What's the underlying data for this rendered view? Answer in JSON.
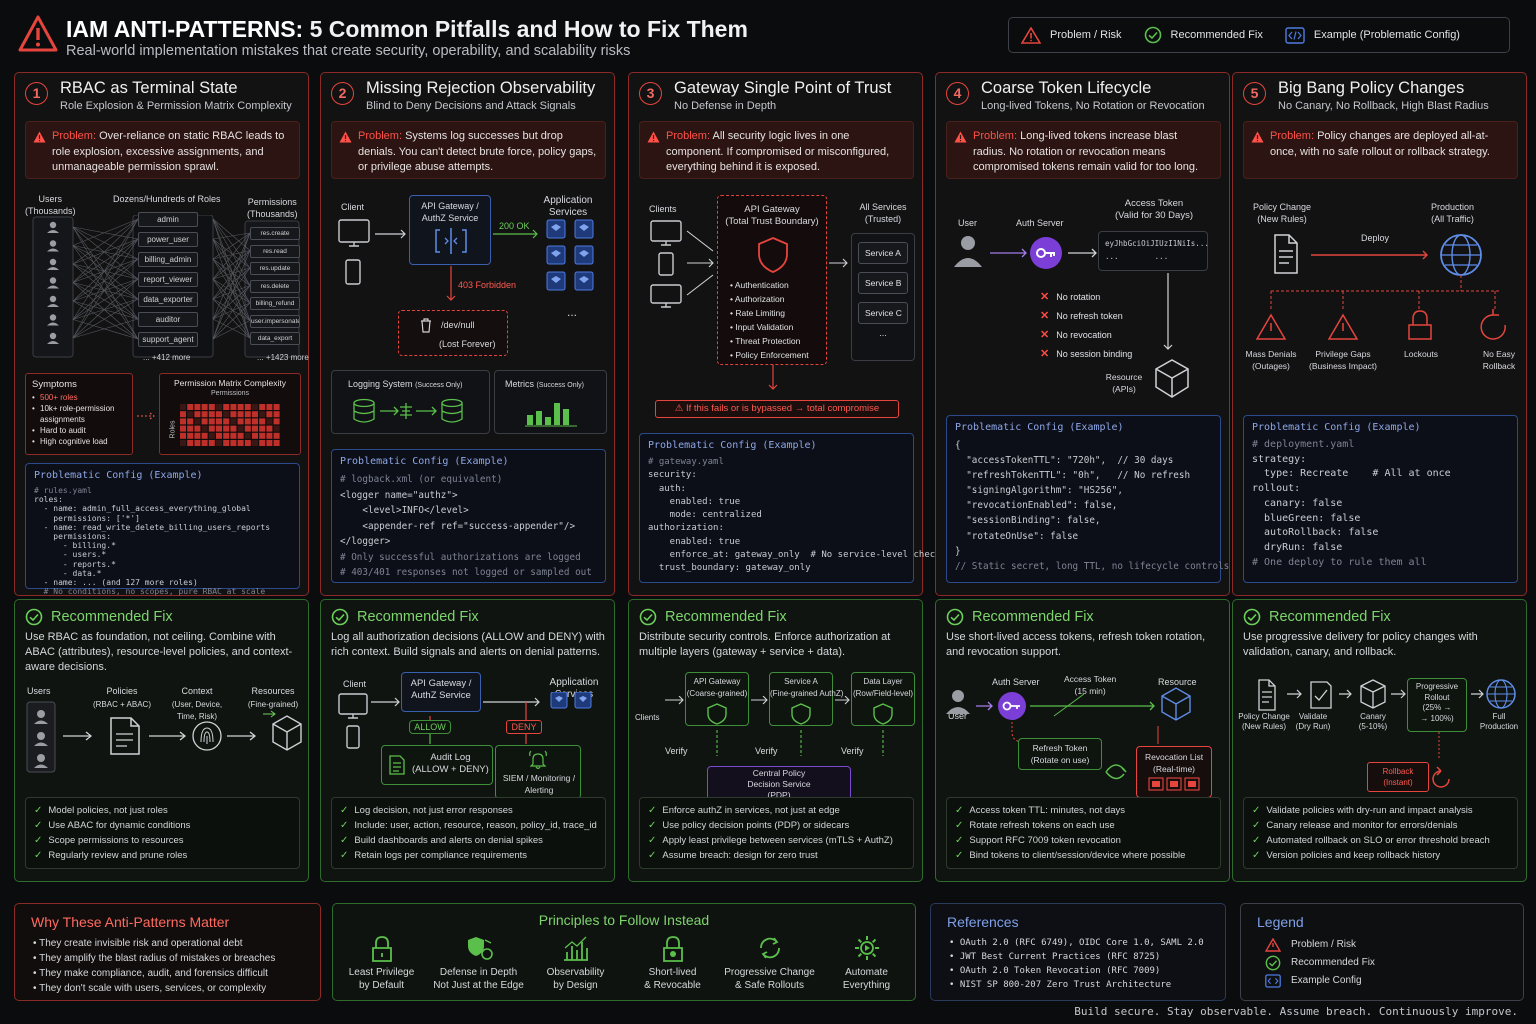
{
  "header": {
    "title_bold": "IAM ANTI-PATTERNS:",
    "title_rest": " 5 Common Pitfalls and How to Fix Them",
    "subtitle": "Real-world implementation mistakes that create security, operability, and scalability risks"
  },
  "legend_top": {
    "problem": "Problem / Risk",
    "fix": "Recommended Fix",
    "example": "Example (Problematic Config)"
  },
  "cols": [
    {
      "num": "1",
      "title": "RBAC as Terminal State",
      "subtitle": "Role Explosion & Permission Matrix Complexity",
      "problem_label": "Problem:",
      "problem": " Over-reliance on static RBAC leads to role explosion, excessive assignments, and unmanageable permission sprawl.",
      "users_label": "Users\n(Thousands)",
      "roles_label": "Dozens/Hundreds of Roles",
      "perms_label": "Permissions\n(Thousands)",
      "roles": [
        "admin",
        "power_user",
        "billing_admin",
        "report_viewer",
        "data_exporter",
        "auditor",
        "support_agent"
      ],
      "roles_more": "... +412 more",
      "perms": [
        "res.create",
        "res.read",
        "res.update",
        "res.delete",
        "billing_refund",
        "user.impersonate",
        "data_export"
      ],
      "perms_more": "... +1423 more",
      "symptoms_title": "Symptoms",
      "symptoms": [
        "500+ roles",
        "10k+ role-permission assignments",
        "Hard to audit",
        "High cognitive load"
      ],
      "matrix_title": "Permission Matrix Complexity",
      "matrix_x": "Permissions",
      "matrix_y": "Roles",
      "config_title": "Problematic Config (Example)",
      "config": [
        "# rules.yaml",
        "roles:",
        "  - name: admin_full_access_everything_global",
        "    permissions: ['*']",
        "  - name: read_write_delete_billing_users_reports",
        "    permissions:",
        "      - billing.*",
        "      - users.*",
        "      - reports.*",
        "      - data.*",
        "  - name: ... (and 127 more roles)",
        "  # No conditions, no scopes, pure RBAC at scale"
      ],
      "fix_title": "Recommended Fix",
      "fix_desc": "Use RBAC as foundation, not ceiling. Combine with ABAC (attributes), resource-level policies, and context-aware decisions.",
      "fix_diag": {
        "users": "Users",
        "policies": "Policies",
        "policies_sub": "(RBAC + ABAC)",
        "context": "Context",
        "context_sub": "(User, Device,\nTime, Risk)",
        "resources": "Resources",
        "resources_sub": "(Fine-grained)"
      },
      "fix_list": [
        "Model policies, not just roles",
        "Use ABAC for dynamic conditions",
        "Scope permissions to resources",
        "Regularly review and prune roles"
      ]
    },
    {
      "num": "2",
      "title": "Missing Rejection Observability",
      "subtitle": "Blind to Deny Decisions and Attack Signals",
      "problem_label": "Problem:",
      "problem": " Systems log successes but drop denials. You can't detect brute force, policy gaps, or privilege abuse attempts.",
      "client": "Client",
      "gateway": "API Gateway /\nAuthZ Service",
      "ok": "200 OK",
      "apps": "Application\nServices",
      "forbidden": "403 Forbidden",
      "devnull": "/dev/null",
      "lost": "(Lost Forever)",
      "logging": "Logging System",
      "logging_sub": "(Success Only)",
      "metrics": "Metrics",
      "metrics_sub": "(Success Only)",
      "config_title": "Problematic Config (Example)",
      "config": [
        "# logback.xml (or equivalent)",
        "<logger name=\"authz\">",
        "    <level>INFO</level>",
        "    <appender-ref ref=\"success-appender\"/>",
        "</logger>",
        "# Only successful authorizations are logged",
        "# 403/401 responses not logged or sampled out"
      ],
      "fix_title": "Recommended Fix",
      "fix_desc": "Log all authorization decisions (ALLOW and DENY) with rich context. Build signals and alerts on denial patterns.",
      "fix_diag": {
        "client": "Client",
        "gateway": "API Gateway /\nAuthZ Service",
        "apps": "Application\nServices",
        "allow": "ALLOW",
        "deny": "DENY",
        "audit": "Audit Log\n(ALLOW + DENY)",
        "siem": "SIEM / Monitoring /\nAlerting"
      },
      "fix_list": [
        "Log decision, not just error responses",
        "Include: user, action, resource, reason, policy_id, trace_id",
        "Build dashboards and alerts on denial spikes",
        "Retain logs per compliance requirements"
      ]
    },
    {
      "num": "3",
      "title": "Gateway Single Point of Trust",
      "subtitle": "No Defense in Depth",
      "problem_label": "Problem:",
      "problem": " All security logic lives in one component. If compromised or misconfigured, everything behind it is exposed.",
      "clients": "Clients",
      "gw": "API Gateway\n(Total Trust Boundary)",
      "gw_items": [
        "Authentication",
        "Authorization",
        "Rate Limiting",
        "Input Validation",
        "Threat Protection",
        "Policy Enforcement"
      ],
      "all_services": "All Services\n(Trusted)",
      "services": [
        "Service A",
        "Service B",
        "Service C",
        "..."
      ],
      "fail": "If this fails or is bypassed → total compromise",
      "config_title": "Problematic Config (Example)",
      "config": [
        "# gateway.yaml",
        "security:",
        "  auth:",
        "    enabled: true",
        "    mode: centralized",
        "authorization:",
        "    enabled: true",
        "    enforce_at: gateway_only  # No service-level checks",
        "  trust_boundary: gateway_only"
      ],
      "fix_title": "Recommended Fix",
      "fix_desc": "Distribute security controls. Enforce authorization at multiple layers (gateway + service + data).",
      "fix_diag": {
        "clients": "Clients",
        "gw": "API Gateway\n(Coarse-grained)",
        "svc": "Service A\n(Fine-grained AuthZ)",
        "data": "Data Layer\n(Row/Field-level)",
        "verify": "Verify",
        "pdp": "Central Policy\nDecision Service\n(PDP)"
      },
      "fix_list": [
        "Enforce authZ in services, not just at edge",
        "Use policy decision points (PDP) or sidecars",
        "Apply least privilege between services (mTLS + AuthZ)",
        "Assume breach: design for zero trust"
      ]
    },
    {
      "num": "4",
      "title": "Coarse Token Lifecycle",
      "subtitle": "Long-lived Tokens, No Rotation or Revocation",
      "problem_label": "Problem:",
      "problem": " Long-lived tokens increase blast radius. No rotation or revocation means compromised tokens remain valid for too long.",
      "user": "User",
      "auth": "Auth Server",
      "token_title": "Access Token\n(Valid for 30 Days)",
      "token_val": "eyJhbGciOiJIUzI1NiIs...",
      "token_dots": "...        ...",
      "missing": [
        "No rotation",
        "No refresh token",
        "No revocation",
        "No session binding"
      ],
      "resource": "Resource\n(APIs)",
      "config_title": "Problematic Config (Example)",
      "config": [
        "{",
        "  \"accessTokenTTL\": \"720h\",  // 30 days",
        "  \"refreshTokenTTL\": \"0h\",   // No refresh",
        "  \"signingAlgorithm\": \"HS256\",",
        "  \"revocationEnabled\": false,",
        "  \"sessionBinding\": false,",
        "  \"rotateOnUse\": false",
        "}",
        "// Static secret, long TTL, no lifecycle controls"
      ],
      "fix_title": "Recommended Fix",
      "fix_desc": "Use short-lived access tokens, refresh token rotation, and revocation support.",
      "fix_diag": {
        "user": "User",
        "auth": "Auth Server",
        "token": "Access Token\n(15 min)",
        "resource": "Resource",
        "refresh": "Refresh Token\n(Rotate on use)",
        "revocation": "Revocation List\n(Real-time)"
      },
      "fix_list": [
        "Access token TTL: minutes, not days",
        "Rotate refresh tokens on each use",
        "Support RFC 7009 token revocation",
        "Bind tokens to client/session/device where possible"
      ]
    },
    {
      "num": "5",
      "title": "Big Bang Policy Changes",
      "subtitle": "No Canary, No Rollback, High Blast Radius",
      "problem_label": "Problem:",
      "problem": " Policy changes are deployed all-at-once, with no safe rollout or rollback strategy.",
      "change": "Policy Change\n(New Rules)",
      "deploy": "Deploy",
      "prod": "Production\n(All Traffic)",
      "impacts": [
        "Mass Denials\n(Outages)",
        "Privilege Gaps\n(Business Impact)",
        "Lockouts",
        "No Easy\nRollback"
      ],
      "config_title": "Problematic Config (Example)",
      "config": [
        "# deployment.yaml",
        "strategy:",
        "  type: Recreate    # All at once",
        "rollout:",
        "  canary: false",
        "  blueGreen: false",
        "  autoRollback: false",
        "  dryRun: false",
        "# One deploy to rule them all"
      ],
      "fix_title": "Recommended Fix",
      "fix_desc": "Use progressive delivery for policy changes with validation, canary, and rollback.",
      "fix_diag": {
        "change": "Policy Change\n(New Rules)",
        "validate": "Validate\n(Dry Run)",
        "canary": "Canary\n(5-10%)",
        "rollout": "Progressive\nRollout\n(25% →\n→ 100%)",
        "full": "Full\nProduction",
        "rollback": "Rollback\n(Instant)"
      },
      "fix_list": [
        "Validate policies with dry-run and impact analysis",
        "Canary release and monitor for errors/denials",
        "Automated rollback on SLO or error threshold breach",
        "Version policies and keep rollback history"
      ]
    }
  ],
  "why": {
    "title": "Why These Anti-Patterns Matter",
    "items": [
      "They create invisible risk and operational debt",
      "They amplify the blast radius of mistakes or breaches",
      "They make compliance, audit, and forensics difficult",
      "They don't scale with users, services, or complexity"
    ]
  },
  "principles": {
    "title": "Principles to Follow Instead",
    "items": [
      "Least Privilege\nby Default",
      "Defense in Depth\nNot Just at the Edge",
      "Observability\nby Design",
      "Short-lived\n& Revocable",
      "Progressive Change\n& Safe Rollouts",
      "Automate\nEverything"
    ]
  },
  "refs": {
    "title": "References",
    "items": [
      "OAuth 2.0 (RFC 6749), OIDC Core 1.0, SAML 2.0",
      "JWT Best Current Practices (RFC 8725)",
      "OAuth 2.0 Token Revocation (RFC 7009)",
      "NIST SP 800-207 Zero Trust Architecture"
    ]
  },
  "legend": {
    "title": "Legend",
    "problem": "Problem / Risk",
    "fix": "Recommended Fix",
    "example": "Example Config"
  },
  "footer": "Build secure. Stay observable. Assume breach. Continuously improve.",
  "colors": {
    "red": "#e5453d",
    "green": "#5bbf4c",
    "blue": "#4e7be0",
    "bg": "#0b0c0e"
  }
}
